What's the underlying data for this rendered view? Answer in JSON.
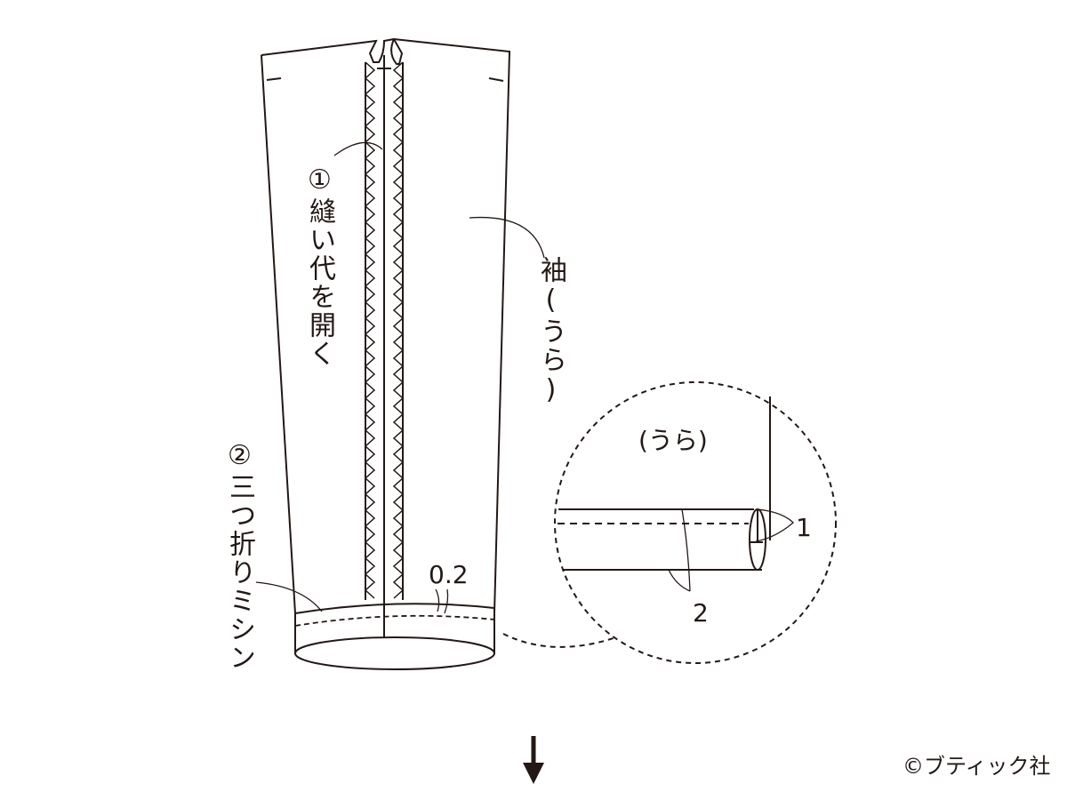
{
  "labels": {
    "step1": "①縫い代を開く",
    "sleeve": "袖(うら)",
    "step2": "②三つ折りミシン",
    "width_02": "0.2",
    "detail_side": "(うら)",
    "detail_1": "1",
    "detail_2": "2",
    "copyright": "©ブティック社"
  },
  "colors": {
    "line": "#231815",
    "background": "#ffffff"
  }
}
